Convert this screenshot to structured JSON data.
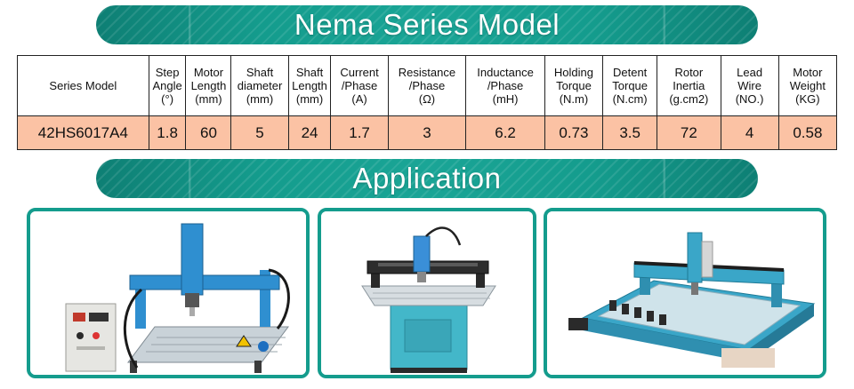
{
  "banners": {
    "top_title": "Nema Series Model",
    "application_title": "Application"
  },
  "spec_table": {
    "headers": [
      "Series Model",
      "Step\nAngle\n(°)",
      "Motor\nLength\n(mm)",
      "Shaft\ndiameter\n(mm)",
      "Shaft\nLength\n(mm)",
      "Current\n/Phase\n(A)",
      "Resistance\n/Phase\n(Ω)",
      "Inductance\n/Phase\n(mH)",
      "Holding\nTorque\n(N.m)",
      "Detent\nTorque\n(N.cm)",
      "Rotor\nInertia\n(g.cm2)",
      "Lead\nWire\n(NO.)",
      "Motor\nWeight\n(KG)"
    ],
    "row": [
      "42HS6017A4",
      "1.8",
      "60",
      "5",
      "24",
      "1.7",
      "3",
      "6.2",
      "0.73",
      "3.5",
      "72",
      "4",
      "0.58"
    ]
  },
  "applications": [
    {
      "icon": "desktop-cnc-router-icon"
    },
    {
      "icon": "cabinet-cnc-router-icon"
    },
    {
      "icon": "large-gantry-cnc-router-icon"
    }
  ],
  "colors": {
    "teal": "#149c8d",
    "row_fill": "#fbc2a4",
    "machine_blue": "#2f8fd0",
    "machine_cyan": "#3aa6c8"
  }
}
